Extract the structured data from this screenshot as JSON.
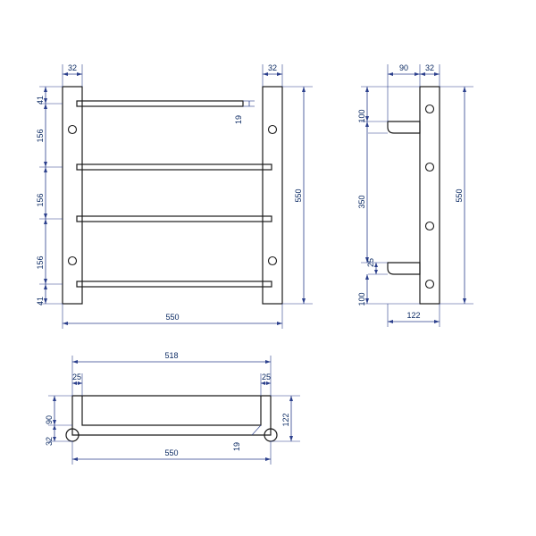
{
  "drawing": {
    "title": "Heated towel rail technical drawing",
    "units": "mm",
    "colors": {
      "outline": "#1a1a1a",
      "dimension": "#2b3f8c",
      "background": "#ffffff"
    },
    "views": [
      {
        "name": "front-view",
        "dimensions": {
          "top_left_post_width": "32",
          "top_right_post_width": "32",
          "top_bar_offset": "41",
          "bar_gap_1": "156",
          "bar_gap_2": "156",
          "bar_gap_3": "156",
          "bottom_bar_offset": "41",
          "bar_thickness": "19",
          "overall_height": "550",
          "overall_width": "550"
        }
      },
      {
        "name": "side-view",
        "dimensions": {
          "bar_projection": "90",
          "post_width": "32",
          "top_offset": "100",
          "middle_span": "350",
          "bottom_offset": "100",
          "bar_thickness": "25",
          "overall_height": "550",
          "total_depth": "122"
        }
      },
      {
        "name": "top-view",
        "dimensions": {
          "inner_width": "518",
          "left_end_offset": "25",
          "right_end_offset": "25",
          "projection": "90",
          "post_width": "32",
          "overall_width": "550",
          "bar_thickness": "19",
          "total_depth": "122"
        }
      }
    ],
    "labels": {
      "front": {
        "w32_left": "32",
        "w32_right": "32",
        "h41_top": "41",
        "h156_a": "156",
        "h156_b": "156",
        "h156_c": "156",
        "h41_bottom": "41",
        "t19": "19",
        "h550": "550",
        "w550": "550"
      },
      "side": {
        "d90": "90",
        "w32": "32",
        "h100_top": "100",
        "h350": "350",
        "h100_bottom": "100",
        "t25": "25",
        "h550": "550",
        "d122": "122"
      },
      "top": {
        "w518": "518",
        "o25_left": "25",
        "o25_right": "25",
        "d90": "90",
        "t32": "32",
        "w550": "550",
        "t19": "19",
        "d122": "122"
      }
    }
  }
}
